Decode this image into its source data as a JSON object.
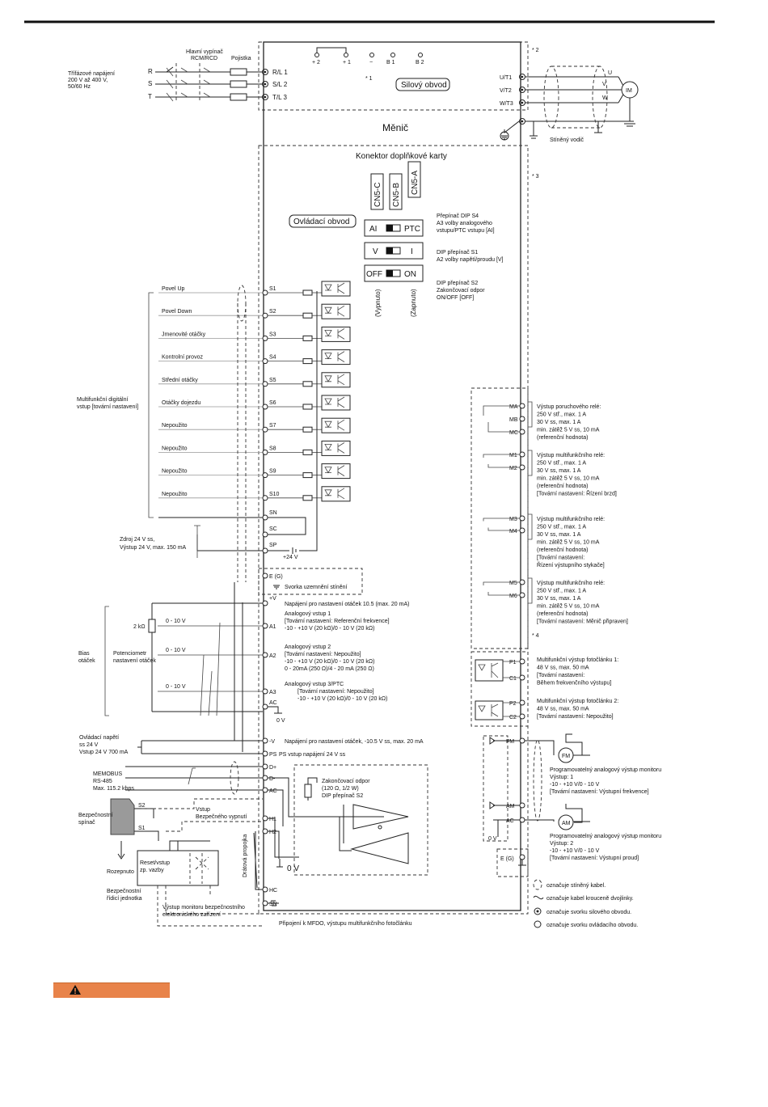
{
  "drive_title": "Měnič",
  "power": {
    "supply_label": [
      "Třífázové napájení",
      "200 V až 400 V,",
      "50/60 Hz"
    ],
    "phases": [
      "R",
      "S",
      "T"
    ],
    "breaker_label": [
      "Hlavní vypínač",
      "RCM/RCD"
    ],
    "fuse_label": "Pojistka",
    "input_terminals": [
      "R/L 1",
      "S/L 2",
      "T/L 3"
    ],
    "bus_terminals": [
      "+ 2",
      "+ 1",
      "−",
      "B 1",
      "B 2"
    ],
    "note1": "* 1",
    "power_circuit_label": "Silový obvod",
    "note2": "* 2",
    "output_terminals": [
      "U/T1",
      "V/T2",
      "W/T3"
    ],
    "motor_phases": [
      "U",
      "V",
      "W"
    ],
    "motor_label": "IM",
    "shielded_label": "Stíněný vodič"
  },
  "option_connector": {
    "title": "Konektor doplňkové karty",
    "connectors": [
      "CN5-C",
      "CN5-B",
      "CN5-A"
    ],
    "note3": "* 3"
  },
  "control_circuit_label": "Ovládací obvod",
  "dip": {
    "s4": {
      "left": "AI",
      "right": "PTC",
      "desc": [
        "Přepínač DIP S4",
        "A3 volby analogového",
        "vstupu/PTC vstupu [AI]"
      ]
    },
    "s1": {
      "left": "V",
      "right": "I",
      "desc": [
        "DIP přepínač S1",
        "A2 volby napětí/proudu [V]"
      ]
    },
    "s2": {
      "left": "OFF",
      "right": "ON",
      "desc": [
        "DIP přepínač S2",
        "Zakončovací odpor",
        "ON/OFF [OFF]"
      ]
    },
    "off_label": "(Vypnuto)",
    "on_label": "(Zapnuto)"
  },
  "digital_inputs": {
    "group_label": [
      "Multifunkční digitální",
      "vstup [tovární nastavení]"
    ],
    "items": [
      {
        "label": "Povel Up",
        "terminal": "S1"
      },
      {
        "label": "Povel Down",
        "terminal": "S2"
      },
      {
        "label": "Jmenovité otáčky",
        "terminal": "S3"
      },
      {
        "label": "Kontrolní provoz",
        "terminal": "S4"
      },
      {
        "label": "Střední otáčky",
        "terminal": "S5"
      },
      {
        "label": "Otáčky dojezdu",
        "terminal": "S6"
      },
      {
        "label": "Nepoužito",
        "terminal": "S7"
      },
      {
        "label": "Nepoužito",
        "terminal": "S8"
      },
      {
        "label": "Nepoužito",
        "terminal": "S9"
      },
      {
        "label": "Nepoužito",
        "terminal": "S10"
      }
    ],
    "sn": "SN",
    "sc": "SC",
    "sp": "SP",
    "supply_label": [
      "Zdroj 24 V ss,",
      "Výstup 24 V, max. 150 mA"
    ],
    "plus24": "+24 V"
  },
  "ground": {
    "terminal": "E (G)",
    "label": "Svorka uzemnění stínění"
  },
  "analog": {
    "plusv": {
      "terminal": "+V",
      "label": "Napájení pro nastavení otáček 10.5  (max. 20 mA)"
    },
    "a1": {
      "terminal": "A1",
      "lines": [
        "Analogový vstup 1",
        "[Tovární nastavení: Referenční frekvence]",
        "-10 - +10 V (20 kΩ)/0 - 10 V (20 kΩ)"
      ]
    },
    "a2": {
      "terminal": "A2",
      "lines": [
        "Analogový vstup 2",
        "[Tovární nastavení: Nepoužito]",
        "-10 - +10 V (20 kΩ)/0 - 10 V (20 kΩ)",
        "0 - 20mA (250 Ω)/4 - 20 mA (250 Ω)"
      ]
    },
    "a3": {
      "terminal": "A3",
      "lines": [
        "Analogový vstup 3/PTC",
        "[Tovární nastavení: Nepoužito]",
        "-10 - +10 V (20 kΩ)/0 - 10 V (20 kΩ)"
      ]
    },
    "ac": "AC",
    "zero_v": "0 V",
    "resistor": "2 kΩ",
    "ranges": [
      "0 - 10 V",
      "0 - 10 V",
      "0 - 10 V"
    ],
    "bias_label": [
      "Bias",
      "otáček"
    ],
    "pot_label": [
      "Potenciometr",
      "nastavení otáček"
    ],
    "minusv": {
      "terminal": "-V",
      "label": "Napájení pro nastavení otáček, -10.5 V ss, max. 20 mA"
    },
    "ps": {
      "terminal": "PS",
      "label": "PS vstup napájení 24 V ss"
    },
    "ctrl_supply_label": [
      "Ovládací napětí",
      "ss 24 V",
      "Vstup 24 V 700 mA"
    ]
  },
  "comm": {
    "label": [
      "MEMOBUS",
      "RS-485",
      "Max. 115.2 kbps"
    ],
    "terminals": [
      "D+",
      "D-",
      "AC"
    ],
    "termination": [
      "Zakončovací odpor",
      "(120 Ω, 1/2 W)",
      "DIP přepínač S2"
    ]
  },
  "safety": {
    "switch_label": [
      "Bezpečnostní",
      "spínač"
    ],
    "s1": "S1",
    "s2": "S2",
    "input_label": [
      "Vstup",
      "Bezpečného vypnutí"
    ],
    "terminals": [
      "H1",
      "H2",
      "HC",
      "SN"
    ],
    "jumper_label": "Drátová propojka",
    "zero_v": "0 V",
    "open_label": "Rozepnuto",
    "reset_label": [
      "Reset/vstup",
      "zp. vazby"
    ],
    "unit_label": [
      "Bezpečnostní",
      "řídicí jednotka"
    ],
    "monitor_label": [
      "Výstup monitoru bezpečnostního",
      "elektronického zařízení"
    ],
    "mfdo_label": "Připojení k MFDO, výstupu multifunkčního fotočlánku"
  },
  "relays": [
    {
      "terminals": [
        "MA",
        "MB",
        "MC"
      ],
      "lines": [
        "Výstup poruchového relé:",
        "250 V stř., max. 1 A",
        "30 V ss, max. 1 A",
        "min. zátěž 5 V ss, 10 mA",
        "(referenční hodnota)"
      ]
    },
    {
      "terminals": [
        "M1",
        "M2"
      ],
      "lines": [
        "Výstup multifunkčního relé:",
        "250 V stř., max. 1 A",
        "30 V ss, max. 1 A",
        "min. zátěž 5 V ss, 10 mA",
        "(referenční hodnota)",
        "[Tovární nastavení: Řízení brzd]"
      ]
    },
    {
      "terminals": [
        "M3",
        "M4"
      ],
      "lines": [
        "Výstup multifunkčního relé:",
        "250 V stř., max. 1 A",
        "30 V ss, max. 1 A",
        "min. zátěž 5 V ss, 10 mA",
        "(referenční hodnota)",
        "[Tovární nastavení:",
        "Řízení výstupního stykače]"
      ]
    },
    {
      "terminals": [
        "M5",
        "M6"
      ],
      "lines": [
        "Výstup multifunkčního relé:",
        "250 V stř., max. 1 A",
        "30 V ss, max. 1 A",
        "min. zátěž 5 V ss, 10 mA",
        "(referenční hodnota)",
        "[Tovární nastavení: Měnič připraven]"
      ]
    }
  ],
  "note4": "* 4",
  "photo_outputs": [
    {
      "terminals": [
        "P1",
        "C1"
      ],
      "lines": [
        "Multifunkční výstup fotočlánku 1:",
        "48 V ss, max. 50 mA",
        "[Tovární nastavení:",
        "Během frekvenčního výstupu]"
      ]
    },
    {
      "terminals": [
        "P2",
        "C2"
      ],
      "lines": [
        "Multifunkční výstup fotočlánku 2:",
        "48 V ss, max. 50 mA",
        "[Tovární nastavení: Nepoužito]"
      ]
    }
  ],
  "monitor_outputs": {
    "fm": {
      "terminal": "FM",
      "meter": "FM",
      "lines": [
        "Programovatelný analogový výstup monitoru",
        "Výstup: 1",
        "-10 - +10 V/0 - 10 V",
        "[Tovární nastavení: Výstupní frekvence]"
      ]
    },
    "am": {
      "terminal": "AM",
      "meter": "AM",
      "lines": [
        "Programovatelný analogový výstup monitoru",
        "Výstup: 2",
        "-10 - +10 V/0 - 10 V",
        "[Tovární nastavení: Výstupní proud]"
      ]
    },
    "ac": "AC",
    "zero_v": "0 V",
    "eg": "E (G)"
  },
  "legend": [
    "označuje stíněný kabel.",
    "označuje kabel krouceně dvojlinky.",
    "označuje svorku silového obvodu.",
    "označuje svorku ovládacího obvodu."
  ]
}
